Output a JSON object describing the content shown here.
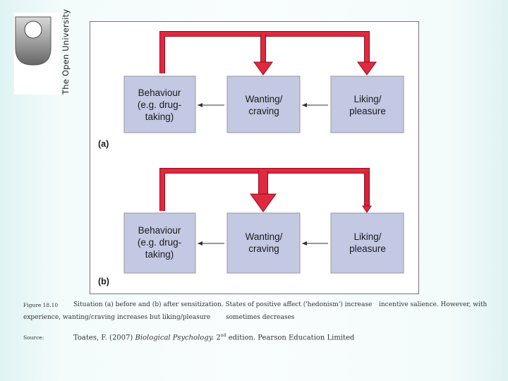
{
  "logo": {
    "text": "The Open University",
    "icon": "open-university-logo-icon"
  },
  "figure": {
    "panels": [
      {
        "label": "(a)",
        "boxes": {
          "behaviour": [
            "Behaviour",
            "(e.g. drug-",
            "taking)"
          ],
          "wanting": [
            "Wanting/",
            "craving"
          ],
          "liking": [
            "Liking/",
            "pleasure"
          ]
        }
      },
      {
        "label": "(b)",
        "boxes": {
          "behaviour": [
            "Behaviour",
            "(e.g. drug-",
            "taking)"
          ],
          "wanting": [
            "Wanting/",
            "craving"
          ],
          "liking": [
            "Liking/",
            "pleasure"
          ]
        }
      }
    ]
  },
  "caption": {
    "fig_label": "Figure 18.10",
    "line1": "Situation (a) before and (b) after sensitization. States of positive affect ('hedonism') increase",
    "line1_right": "incentive salience. However, with",
    "line2_left": "experience, wanting/craving increases but liking/pleasure",
    "line2_right": "sometimes decreases",
    "source_label": "Source:",
    "source_author": "Toates, F. (2007)",
    "source_title": "Biological Psychology.",
    "source_edition_num": "2",
    "source_edition_sup": "nd",
    "source_edition_rest": "edition. Pearson Education Limited"
  },
  "colors": {
    "box_fill": "#c3c8e3",
    "arrow_red": "#e0283e",
    "arrow_red_dark": "#8e1020",
    "thin_arrow": "#333333"
  }
}
